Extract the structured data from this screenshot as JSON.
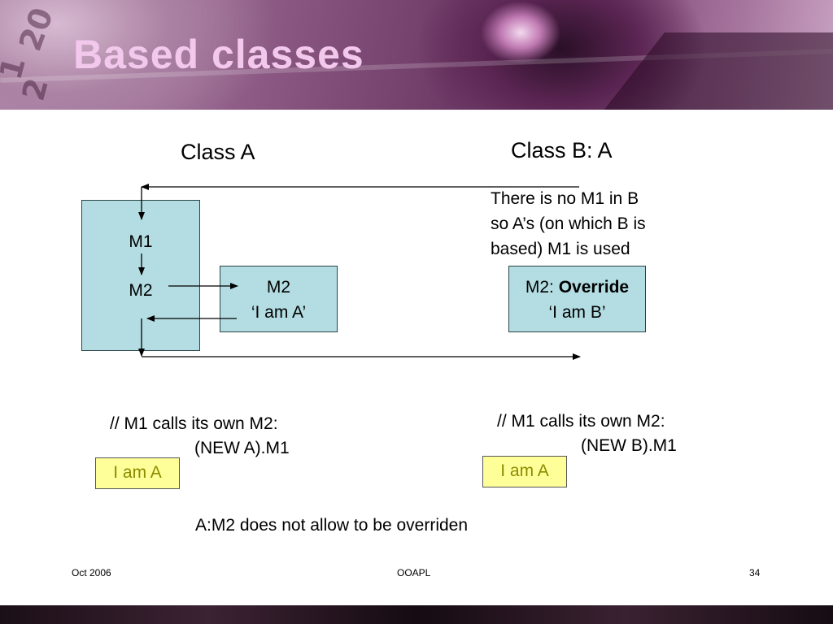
{
  "slide": {
    "title": "Based classes"
  },
  "banner": {
    "dial_marks": [
      "20",
      "1",
      "2"
    ]
  },
  "diagram": {
    "class_a_heading": "Class A",
    "class_b_heading": "Class B: A",
    "class_a_box": {
      "m1_label": "M1",
      "m2_label": "M2"
    },
    "m2_box_a": {
      "line1": "M2",
      "line2": "‘I am A’"
    },
    "m2_box_b": {
      "line1_prefix": "M2: ",
      "line1_bold": "Override",
      "line2": "‘I am B’"
    },
    "explanation_lines": [
      "There is no M1 in B",
      "so A’s (on which B is",
      "based) M1 is used"
    ],
    "comment_a": {
      "line1": "// M1 calls its own M2:",
      "line2": "(NEW A).M1"
    },
    "comment_b": {
      "line1": "// M1 calls its own M2:",
      "line2": "(NEW B).M1"
    },
    "result_a": "I am A",
    "result_b": "I am A",
    "conclusion": "A:M2 does not allow to be overriden",
    "colors": {
      "class_box_fill": "#b3dde2",
      "result_fill": "#ffff99",
      "result_text": "#8b8b00",
      "title_color": "#f2c8ec"
    }
  },
  "footer": {
    "date": "Oct 2006",
    "center": "OOAPL",
    "page": "34"
  }
}
